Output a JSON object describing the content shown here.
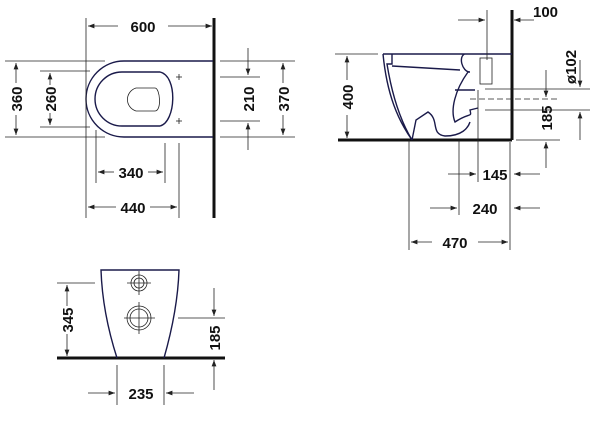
{
  "top_view": {
    "width": "600",
    "depth_outer": "360",
    "depth_inner": "260",
    "fixing_spacing": "210",
    "wall_width": "370",
    "seat_length": "340",
    "fixing_distance": "440"
  },
  "side_view": {
    "wall_offset": "100",
    "height": "400",
    "outlet_diameter": "ø102",
    "outlet_height": "185",
    "outlet_distance": "145",
    "fixing_distance": "240",
    "length": "470"
  },
  "rear_view": {
    "height": "345",
    "outlet_height": "185",
    "base_width": "235"
  },
  "colors": {
    "line": "#222222",
    "object": "#1a1a4a"
  }
}
